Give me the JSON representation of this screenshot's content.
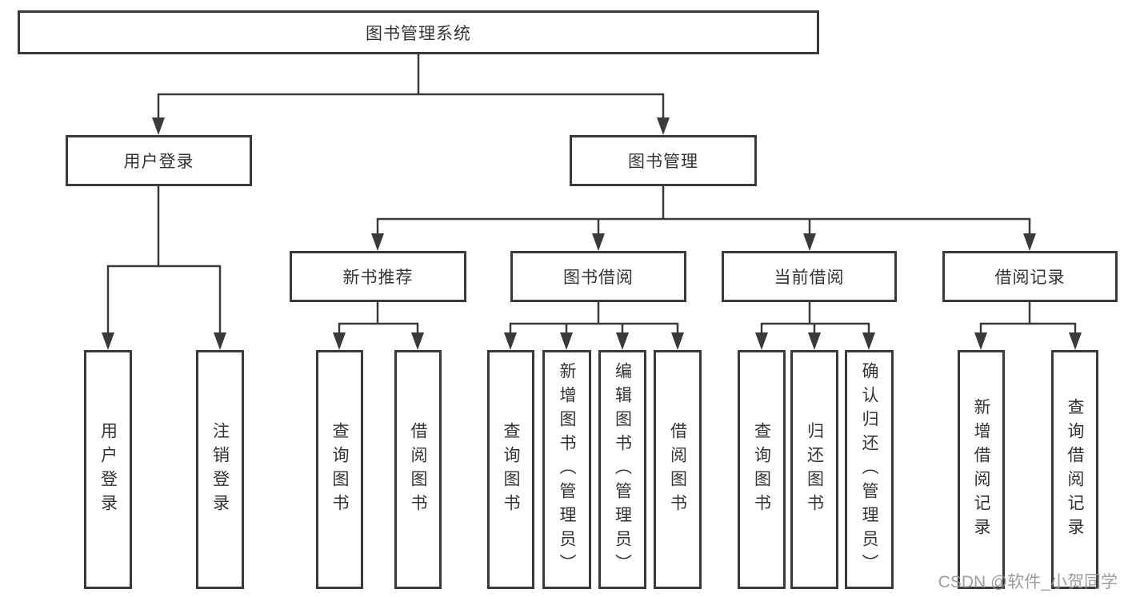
{
  "diagram_title": "图书管理系统",
  "root": {
    "label": "图书管理系统",
    "children": [
      {
        "label": "用户登录",
        "children": [
          {
            "label": "用户登录"
          },
          {
            "label": "注销登录"
          }
        ]
      },
      {
        "label": "图书管理",
        "children": [
          {
            "label": "新书推荐",
            "children": [
              {
                "label": "查询图书"
              },
              {
                "label": "借阅图书"
              }
            ]
          },
          {
            "label": "图书借阅",
            "children": [
              {
                "label": "查询图书"
              },
              {
                "label": "新增图书（管理员）"
              },
              {
                "label": "编辑图书（管理员）"
              },
              {
                "label": "借阅图书"
              }
            ]
          },
          {
            "label": "当前借阅",
            "children": [
              {
                "label": "查询图书"
              },
              {
                "label": "归还图书"
              },
              {
                "label": "确认归还（管理员）"
              }
            ]
          },
          {
            "label": "借阅记录",
            "children": [
              {
                "label": "新增借阅记录"
              },
              {
                "label": "查询借阅记录"
              }
            ]
          }
        ]
      }
    ]
  },
  "watermark": "CSDN @软件_小贺同学",
  "colors": {
    "line": "#3a3a3a",
    "box_border": "#3a3a3a",
    "text": "#333333",
    "background": "#ffffff",
    "watermark": "#949494"
  }
}
